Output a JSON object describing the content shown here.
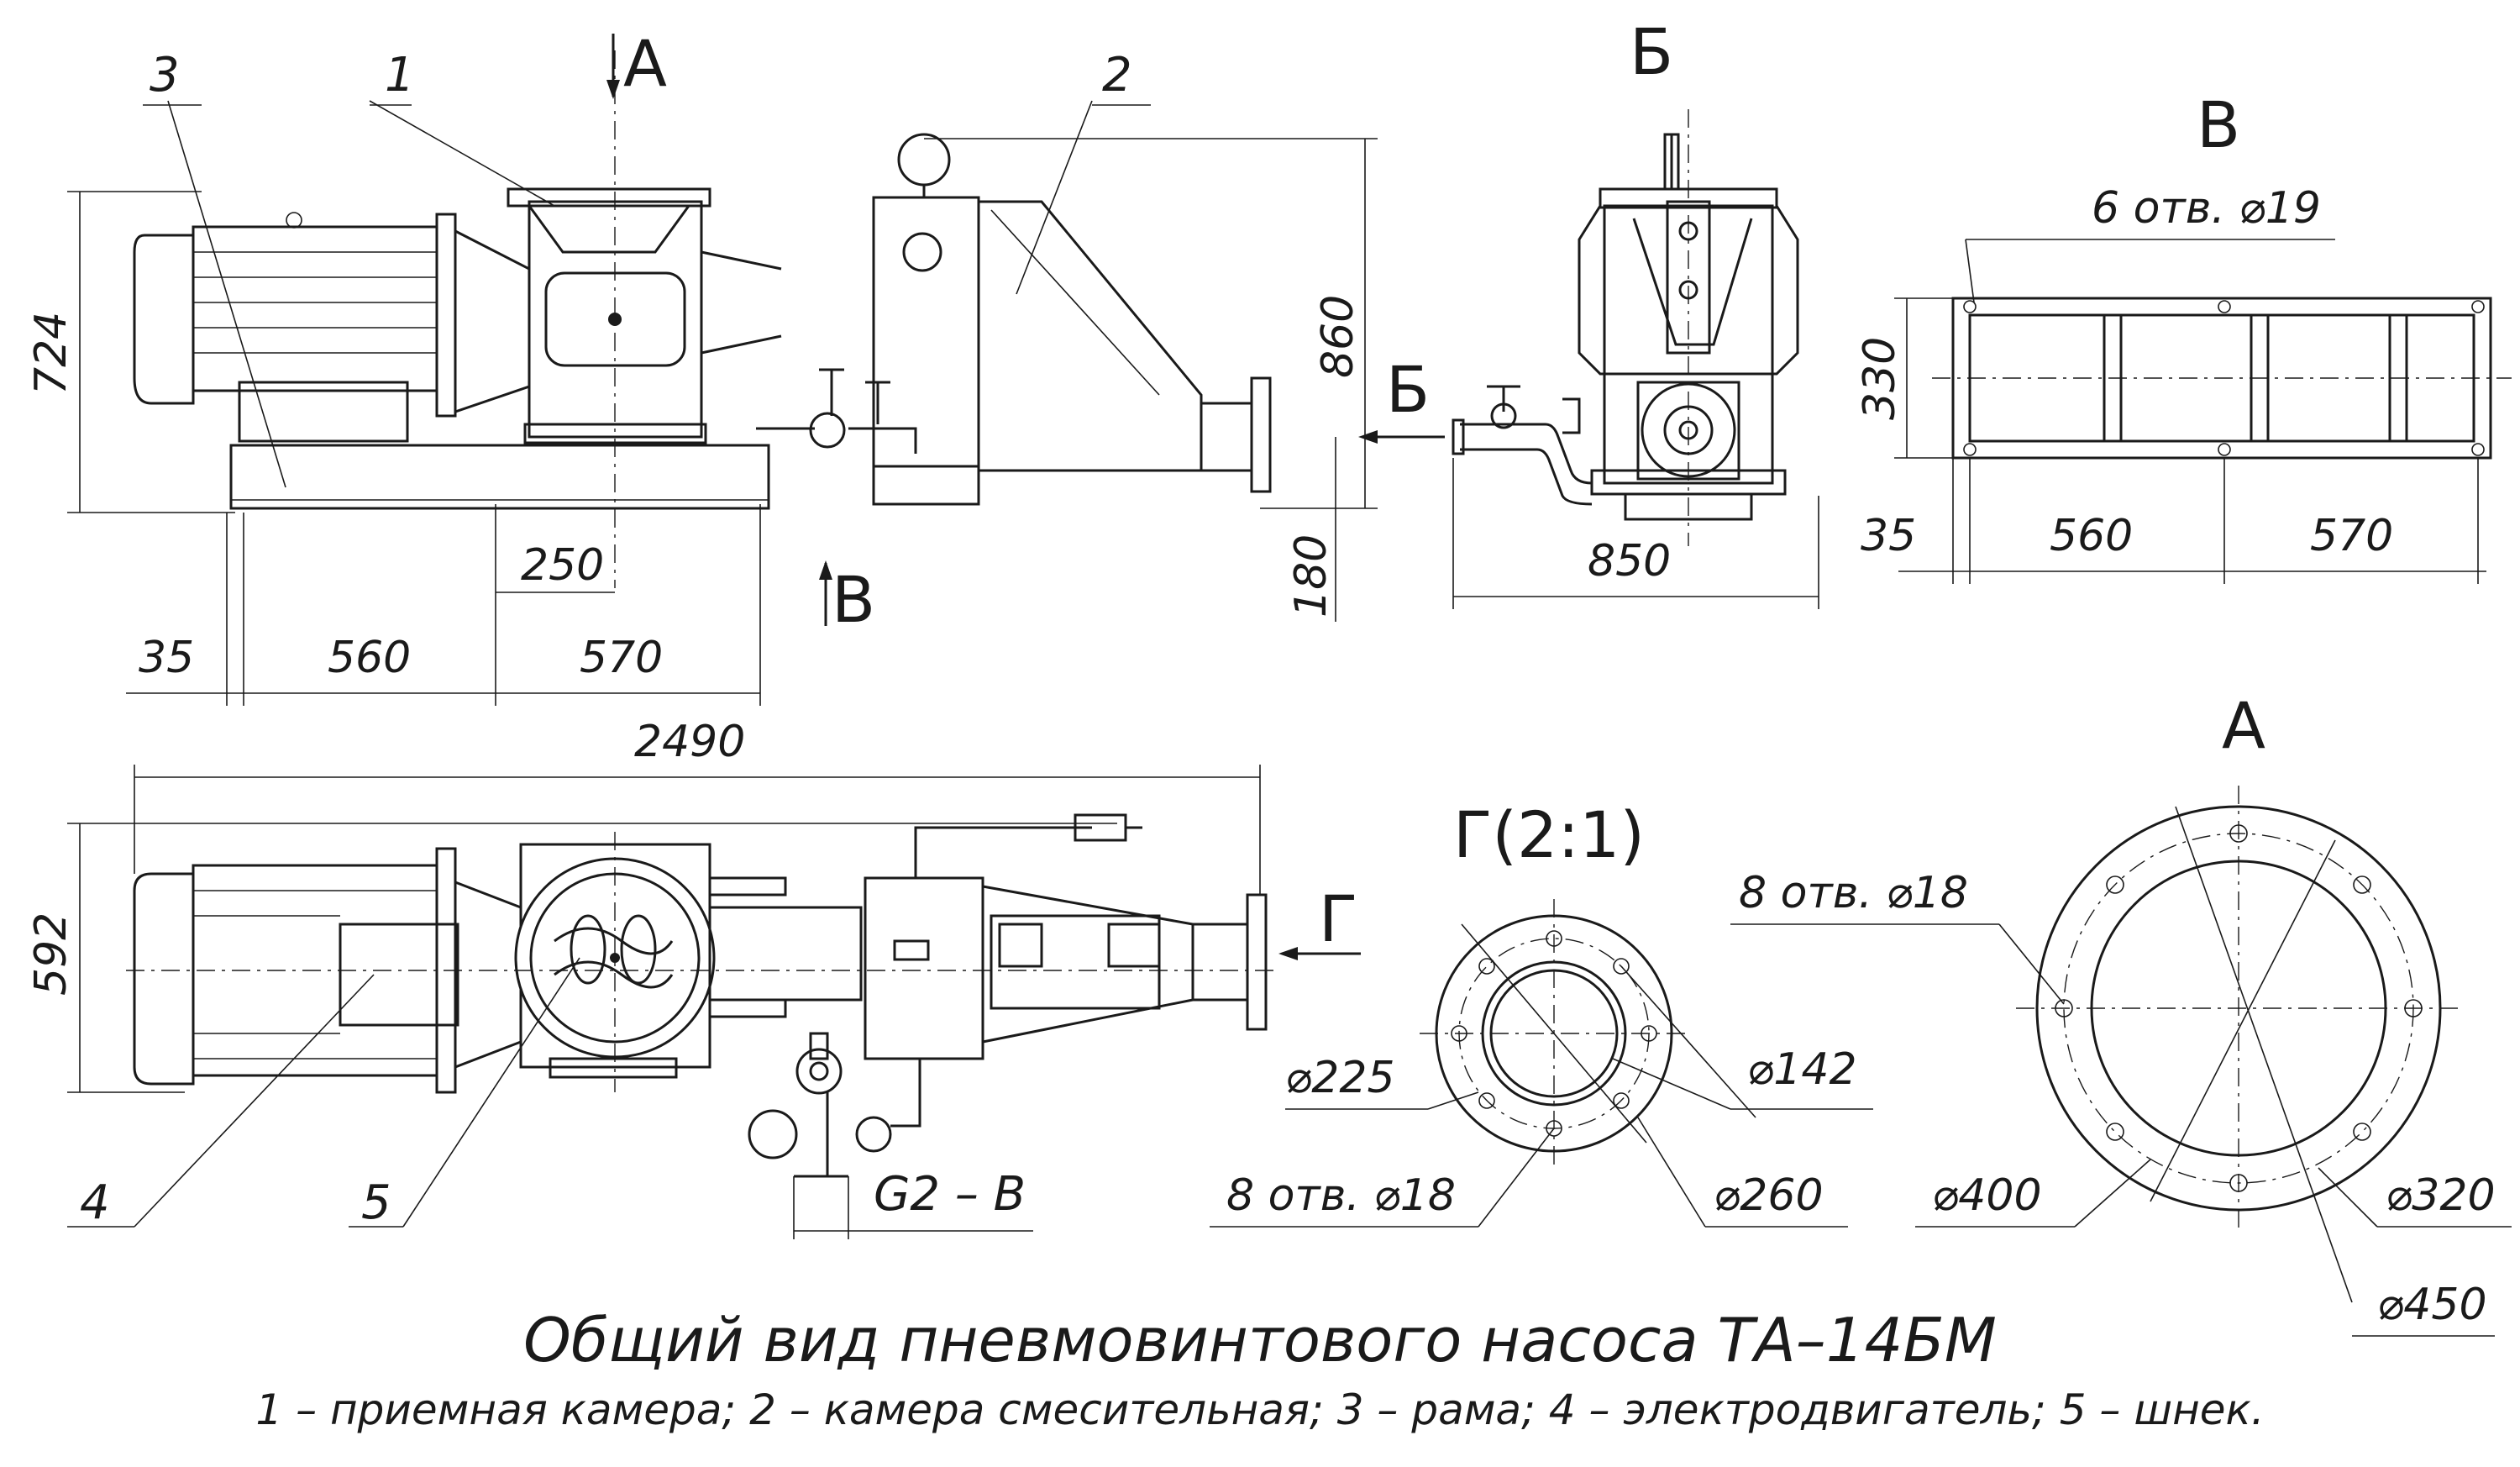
{
  "views": {
    "main": {
      "labels": [
        "1",
        "2",
        "3"
      ],
      "section_a": "A",
      "section_v": "В",
      "dims": {
        "d724": "724",
        "d860": "860",
        "d180": "180",
        "d250": "250",
        "d35": "35",
        "d560": "560",
        "d570": "570"
      }
    },
    "side_b": {
      "title": "Б",
      "arrow_label": "Б",
      "dims": {
        "d850": "850"
      }
    },
    "frame_v": {
      "title": "В",
      "holes": "6 отв. ⌀19",
      "dims": {
        "d330": "330",
        "d35": "35",
        "d560": "560",
        "d570": "570"
      }
    },
    "top": {
      "labels": [
        "4",
        "5"
      ],
      "dims": {
        "d2490": "2490",
        "d592": "592"
      },
      "thread": "G2 – B",
      "arrow_g": "Г"
    },
    "detail_g": {
      "title": "Г(2:1)",
      "holes": "8 отв. ⌀18",
      "dims": {
        "d225": "⌀225",
        "d142": "⌀142",
        "d260": "⌀260"
      }
    },
    "flange_a": {
      "title": "A",
      "holes": "8 отв. ⌀18",
      "dims": {
        "d400": "⌀400",
        "d320": "⌀320",
        "d450": "⌀450"
      }
    }
  },
  "caption": {
    "title": "Общий вид пневмовинтового насоса ТА–14БМ",
    "legend": "1 – приемная камера; 2 – камера смесительная; 3 – рама; 4 – электродвигатель; 5 – шнек."
  }
}
